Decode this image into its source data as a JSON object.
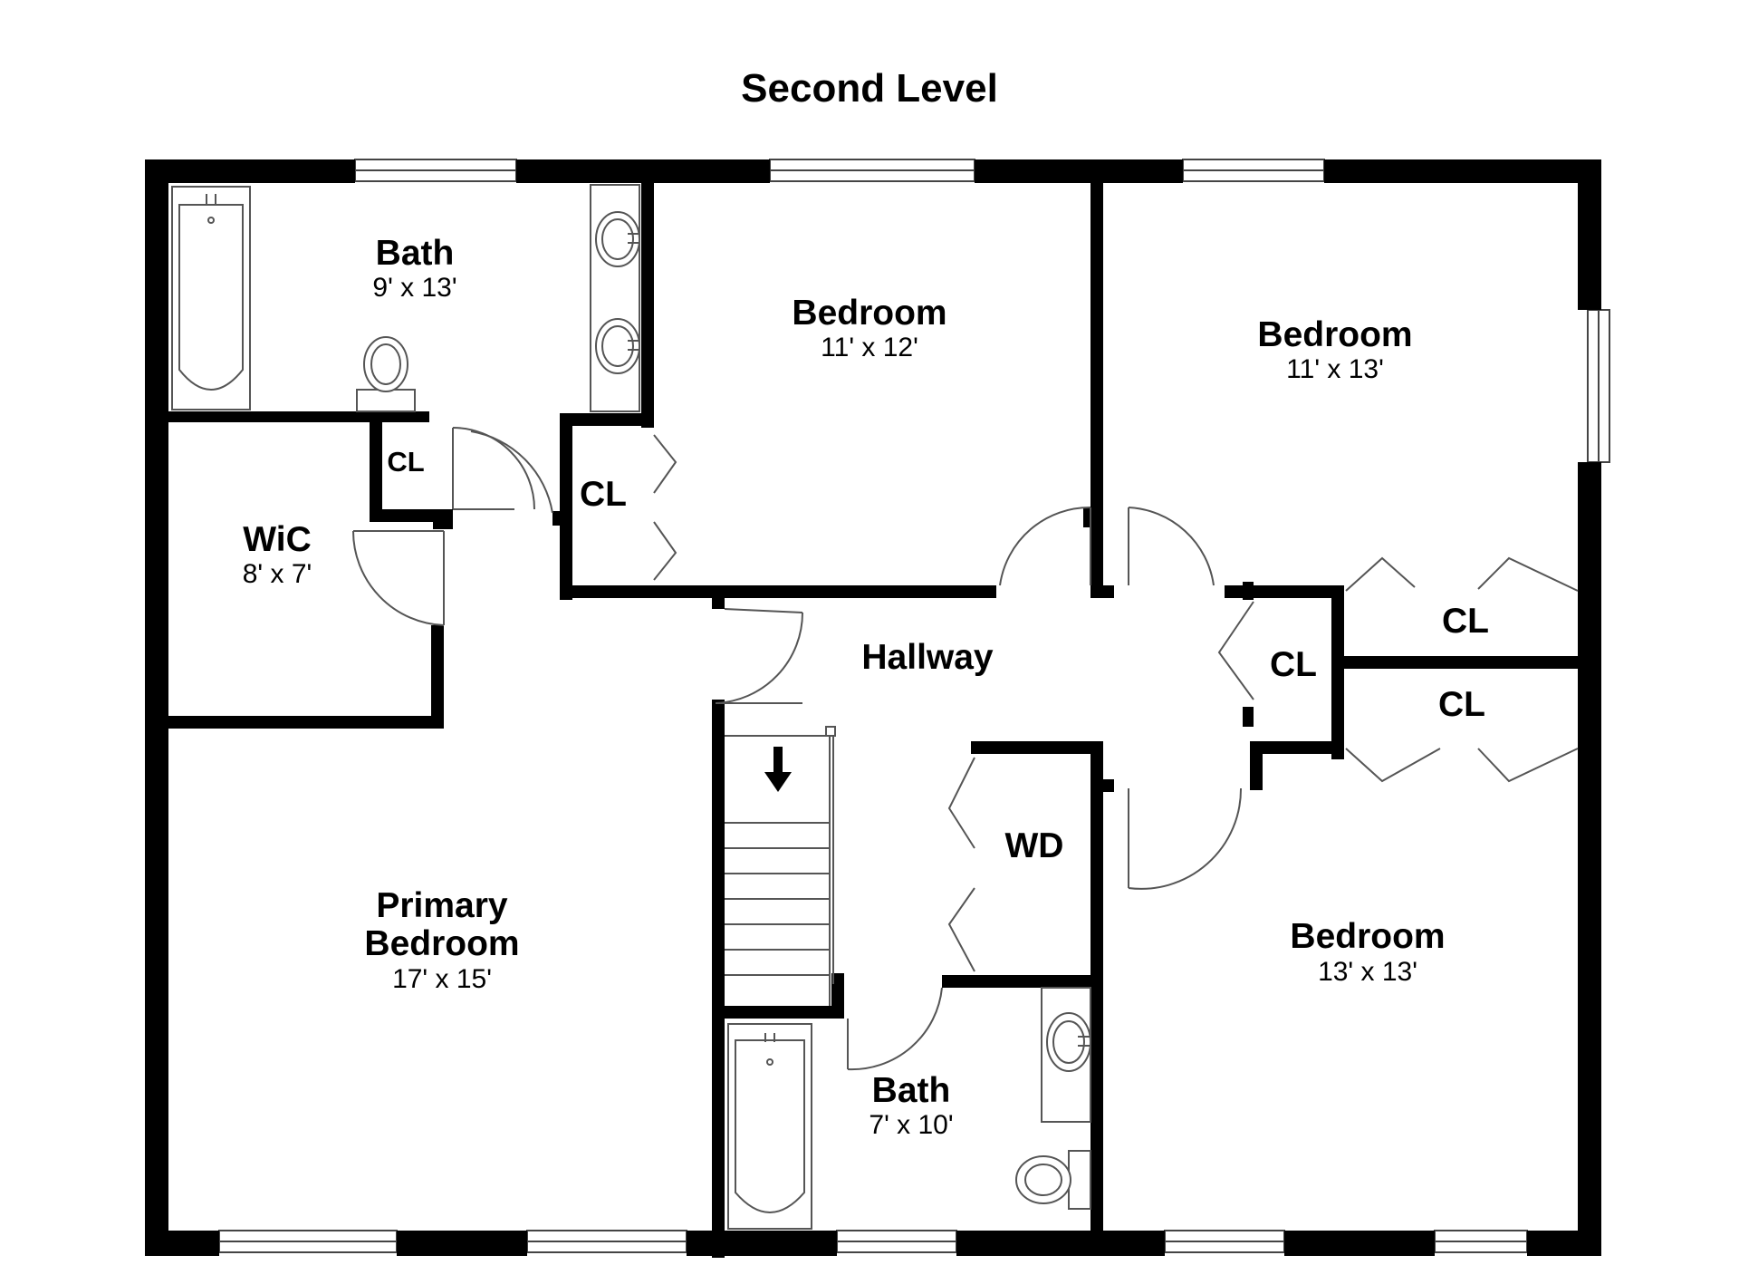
{
  "plan": {
    "title": "Second Level",
    "rooms": [
      {
        "id": "bath-upper",
        "name": "Bath",
        "dims": "9' x 13'"
      },
      {
        "id": "bedroom-mid",
        "name": "Bedroom",
        "dims": "11' x 12'"
      },
      {
        "id": "bedroom-ne",
        "name": "Bedroom",
        "dims": "11' x 13'"
      },
      {
        "id": "wic",
        "name": "WiC",
        "dims": "8' x 7'"
      },
      {
        "id": "hallway",
        "name": "Hallway",
        "dims": ""
      },
      {
        "id": "primary-bedroom",
        "name": "Primary\nBedroom",
        "line1": "Primary",
        "line2": "Bedroom",
        "dims": "17' x 15'"
      },
      {
        "id": "wd",
        "name": "WD",
        "dims": ""
      },
      {
        "id": "bedroom-se",
        "name": "Bedroom",
        "dims": "13' x 13'"
      },
      {
        "id": "bath-lower",
        "name": "Bath",
        "dims": "7' x 10'"
      }
    ],
    "closet_label": "CL",
    "stairs_arrow": "down-arrow-icon"
  }
}
